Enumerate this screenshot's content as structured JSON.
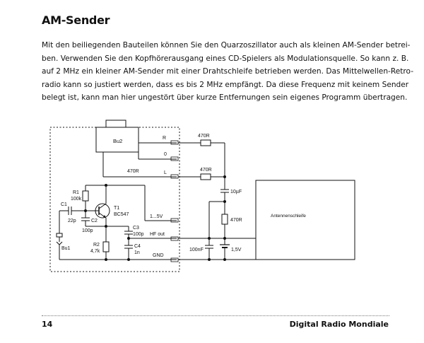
{
  "page": {
    "title": "AM-Sender",
    "paragraph_lines": [
      "Mit den beiliegenden Bauteilen können Sie den Quarzoszillator auch als kleinen AM-Sender betrei-",
      "ben. Verwenden Sie den Kopfhörerausgang eines CD-Spielers als Modulationsquelle. So kann z. B.",
      "auf 2 MHz ein kleiner AM-Sender mit einer Drahtschleife betrieben werden. Das Mittelwellen-Retro-",
      "radio kann so justiert werden, dass es bis 2 MHz empfängt. Da diese Frequenz mit keinem Sender",
      "belegt ist, kann man hier ungestört über kurze Entfernungen sein eigenes Programm übertragen."
    ]
  },
  "circuit": {
    "labels": {
      "bu2": "Bu2",
      "r": "R",
      "zero": "0",
      "l": "L",
      "r_top": "470R",
      "r_mid_left": "470R",
      "r_mid_right": "470R",
      "c_right": "10µF",
      "r_right": "470R",
      "antenna": "Antennenschleife",
      "r1_name": "R1",
      "r1_value": "100k",
      "c1_name": "C1",
      "c1_value": "22p",
      "c2_name": "C2",
      "c2_value": "100p",
      "t1_name": "T1",
      "t1_type": "BC547",
      "supply_in": "1...5V",
      "c3_name": "C3",
      "c3_value": "100p",
      "hf_out": "HF out",
      "r2_name": "R2",
      "r2_value": "4,7k",
      "c4_name": "C4",
      "c4_value": "1n",
      "gnd": "GND",
      "bu1": "Bu1",
      "c_bottom": "100nF",
      "battery": "1,5V"
    }
  },
  "footer": {
    "page_number": "14",
    "book_title": "Digital Radio Mondiale"
  }
}
